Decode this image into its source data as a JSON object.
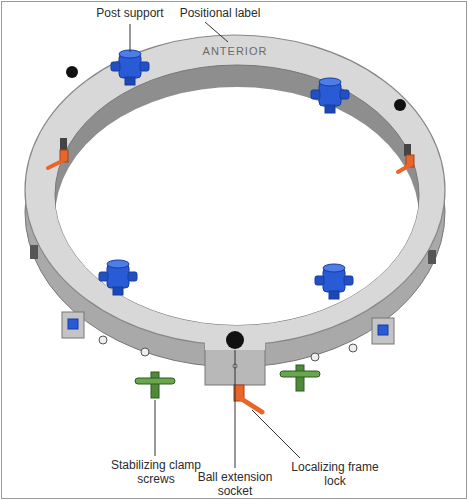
{
  "diagram": {
    "labels": [
      "Post support",
      "Positional label",
      "ANTERIOR",
      "Stabilizing clamp screws",
      "Localizing frame lock",
      "Ball extension socket"
    ]
  }
}
